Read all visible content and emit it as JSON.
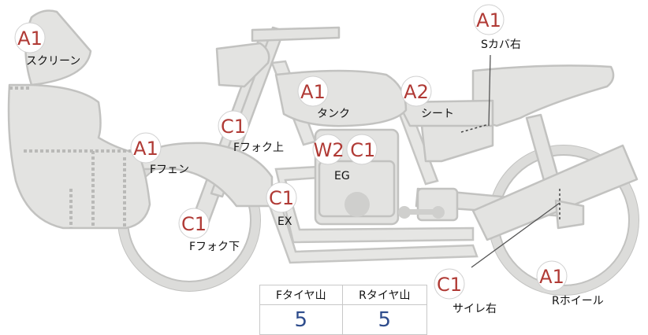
{
  "badge_color": "#b03a35",
  "value_color": "#2e4c8c",
  "parts": [
    {
      "id": "screen",
      "grade": "A1",
      "label": "スクリーン"
    },
    {
      "id": "s-cover-r",
      "grade": "A1",
      "label": "Sカバ右"
    },
    {
      "id": "tank",
      "grade": "A1",
      "label": "タンク"
    },
    {
      "id": "seat",
      "grade": "A2",
      "label": "シート"
    },
    {
      "id": "f-fork-upper",
      "grade": "C1",
      "label": "Fフォク上"
    },
    {
      "id": "f-fender",
      "grade": "A1",
      "label": "Fフェン"
    },
    {
      "id": "eg",
      "grade": "W2 C1",
      "label": "EG"
    },
    {
      "id": "ex",
      "grade": "C1",
      "label": "EX"
    },
    {
      "id": "f-fork-lower",
      "grade": "C1",
      "label": "Fフォク下"
    },
    {
      "id": "muffler-r",
      "grade": "C1",
      "label": "サイレ右"
    },
    {
      "id": "r-wheel",
      "grade": "A1",
      "label": "Rホイール"
    }
  ],
  "tread": {
    "headers": [
      "Fタイヤ山",
      "Rタイヤ山"
    ],
    "values": [
      "5",
      "5"
    ]
  }
}
